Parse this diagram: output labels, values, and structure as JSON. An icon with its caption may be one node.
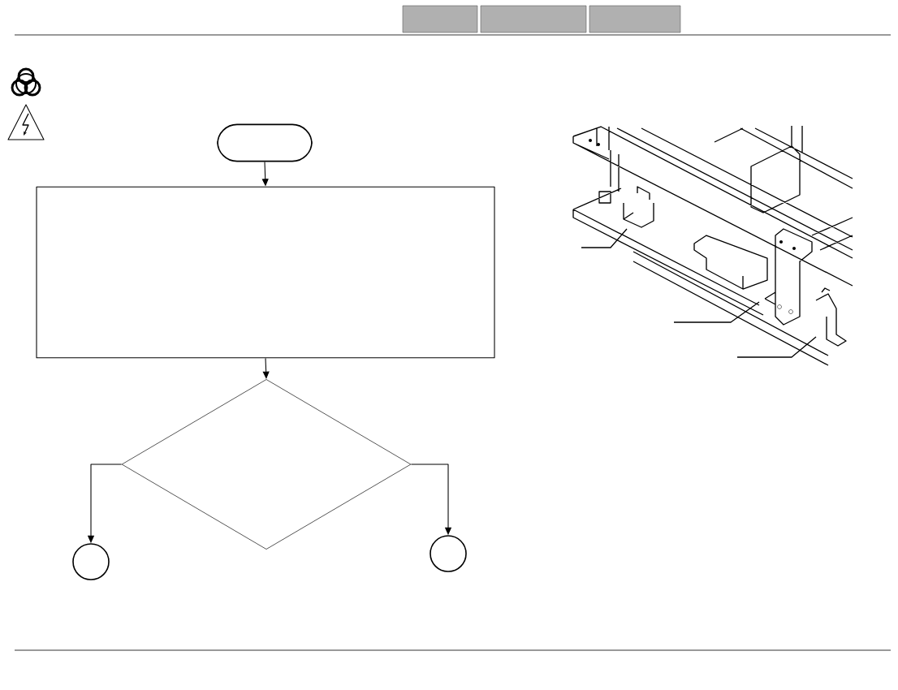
{
  "diagram": {
    "nodes": [
      {
        "text": [],
        "shape": "pill"
      },
      {
        "text": [],
        "shape": "box"
      },
      {
        "text": [],
        "shape": "diamond"
      },
      {
        "text": [],
        "shape": "circle"
      },
      {
        "text": [],
        "shape": "circle"
      }
    ],
    "edges": [
      {
        "from": 0,
        "to": 1,
        "arrow": "to"
      },
      {
        "from": 1,
        "to": 2,
        "arrow": "to"
      },
      {
        "from": 2,
        "to": 3,
        "arrow": "to"
      },
      {
        "from": 2,
        "to": 4,
        "arrow": "to"
      }
    ]
  }
}
